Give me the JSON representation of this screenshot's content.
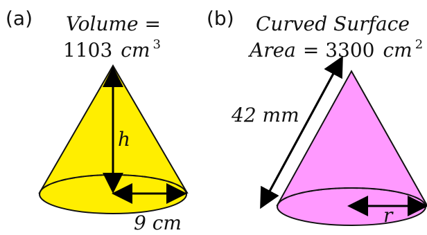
{
  "panel_a": {
    "label": "(a)",
    "title_line1": "Volume =",
    "title_line2_number": "1103",
    "title_line2_unit": "cm",
    "title_line2_exponent": "3",
    "height_label": "h",
    "radius_label": "9 cm",
    "cone_color": "#ffee00"
  },
  "panel_b": {
    "label": "(b)",
    "title_line1": "Curved Surface",
    "title_line2_prefix": "Area = 3300",
    "title_line2_unit": "cm",
    "title_line2_exponent": "2",
    "slant_label": "42 mm",
    "radius_label": "r",
    "cone_color": "#ff99ff"
  }
}
